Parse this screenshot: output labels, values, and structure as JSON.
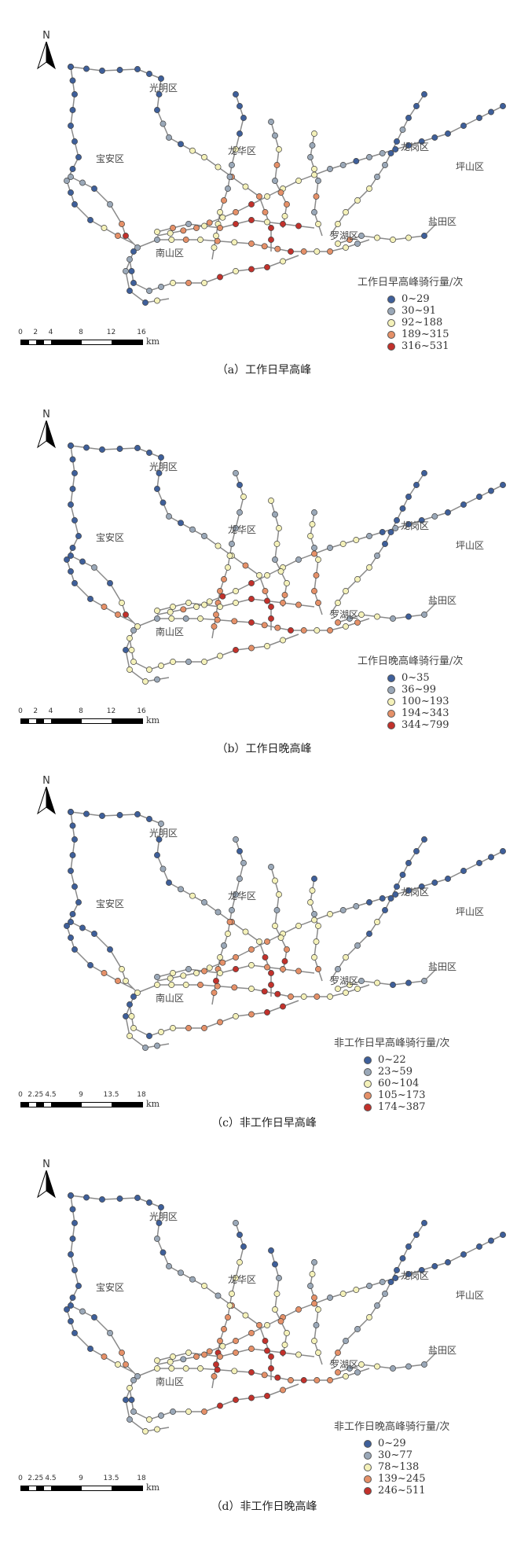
{
  "north_label": "N",
  "districts": {
    "guangming": "光明区",
    "baoan": "宝安区",
    "longhua": "龙华区",
    "longgang": "龙岗区",
    "pingshan": "坪山区",
    "yantian": "盐田区",
    "luohu": "罗湖区",
    "nanshan": "南山区"
  },
  "class_colors": [
    "#3e5f9a",
    "#9aa8b8",
    "#f4f1b9",
    "#e59068",
    "#c2312b"
  ],
  "panels": [
    {
      "caption": "（a）工作日早高峰",
      "legend_title": "工作日早高峰骑行量/次",
      "classes": [
        "0~29",
        "30~91",
        "92~188",
        "189~315",
        "316~531"
      ],
      "scale_ticks": [
        "0",
        "2",
        "4",
        "8",
        "12",
        "16"
      ],
      "scale_unit": "km"
    },
    {
      "caption": "（b）工作日晚高峰",
      "legend_title": "工作日晚高峰骑行量/次",
      "classes": [
        "0~35",
        "36~99",
        "100~193",
        "194~343",
        "344~799"
      ],
      "scale_ticks": [
        "0",
        "2",
        "4",
        "8",
        "12",
        "16"
      ],
      "scale_unit": "km"
    },
    {
      "caption": "（c）非工作日早高峰",
      "legend_title": "非工作日早高峰骑行量/次",
      "classes": [
        "0~22",
        "23~59",
        "60~104",
        "105~173",
        "174~387"
      ],
      "scale_ticks": [
        "0",
        "2.25",
        "4.5",
        "9",
        "13.5",
        "18"
      ],
      "scale_unit": "km"
    },
    {
      "caption": "（d）非工作日晚高峰",
      "legend_title": "非工作日晚高峰骑行量/次",
      "classes": [
        "0~29",
        "30~77",
        "78~138",
        "139~245",
        "246~511"
      ],
      "scale_ticks": [
        "0",
        "2.25",
        "4.5",
        "9",
        "13.5",
        "18"
      ],
      "scale_unit": "km"
    }
  ]
}
